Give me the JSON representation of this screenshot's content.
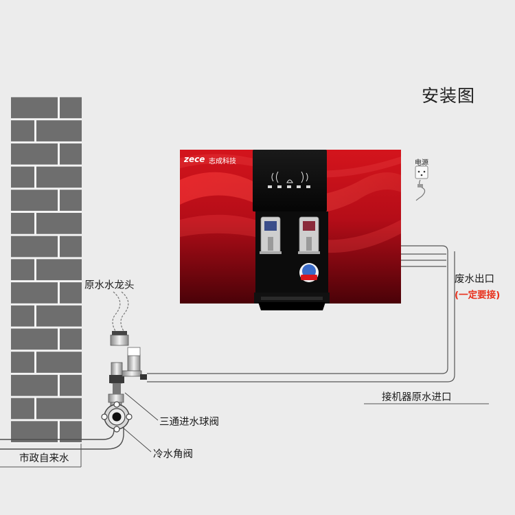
{
  "title": "安装图",
  "labels": {
    "raw_faucet": "原水水龙头",
    "waste_outlet": "废水出口",
    "waste_note": "(一定要接)",
    "machine_inlet": "接机器原水进口",
    "three_way_valve": "三通进水球阀",
    "cold_angle_valve": "冷水角阀",
    "municipal_water": "市政自来水",
    "power": "电源"
  },
  "device": {
    "brand": "zece",
    "brand_sub": "志成科技"
  },
  "colors": {
    "accent_red": "#e8311c",
    "device_red": "#c0121a",
    "brick": "#6f6f6f",
    "pipe": "#555555"
  }
}
